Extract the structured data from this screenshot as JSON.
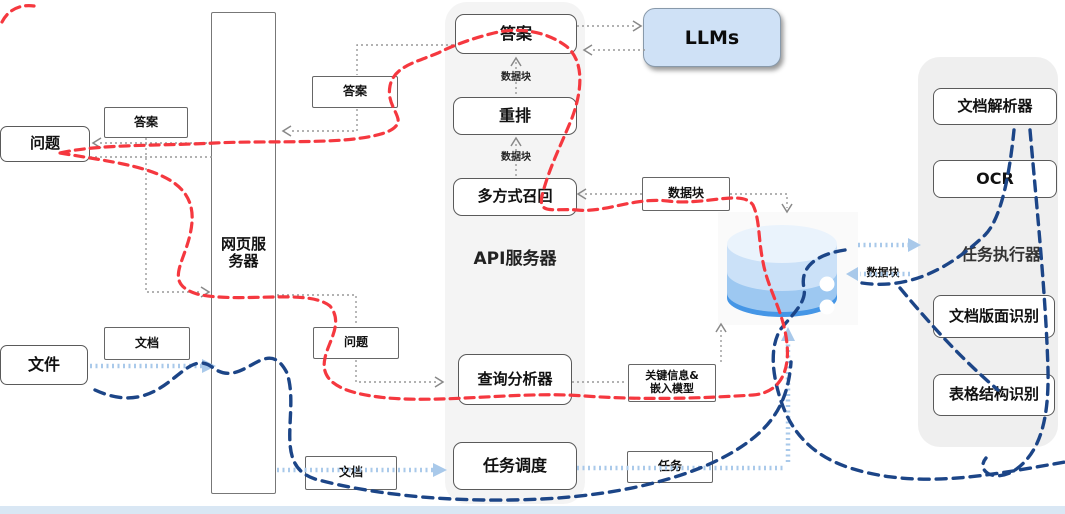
{
  "nodes": {
    "question_left": "问题",
    "answer_tag_top": "答案",
    "web_server": "网页服\n务器",
    "answer_tag_right": "答案",
    "file": "文件",
    "doc_tag_left": "文档",
    "question_tag_mid": "问题",
    "doc_tag_bottom": "文档",
    "api_server_label": "API服务器",
    "answer_api": "答案",
    "rerank": "重排",
    "multi_recall": "多方式召回",
    "query_analyzer": "查询分析器",
    "task_scheduler": "任务调度",
    "key_info_embed": "关键信息&\n嵌入模型",
    "task_tag": "任务",
    "chunk_tag_box": "数据块",
    "chunk_small_1": "数据块",
    "chunk_small_2": "数据块",
    "chunk_small_right": "数据块",
    "llms": "LLMs",
    "task_executor": "任务执行器",
    "doc_parser": "文档解析器",
    "ocr": "OCR",
    "doc_layout_recog": "文档版面识别",
    "table_struct_recog": "表格结构识别"
  },
  "colors": {
    "red_flow": "#f5383f",
    "navy_flow": "#1c4587",
    "lightblue_flow": "#a9c9ea",
    "gray_connector": "#999999",
    "llms_fill": "#cfe1f6",
    "api_panel_fill": "#f4f4f4",
    "right_panel_fill": "#efefef",
    "db_top": "#eaf3fc",
    "db_light": "#cbe1f8",
    "db_mid": "#9dc8f1",
    "db_dark": "#4596e6",
    "footer_bar": "#d9e7f4"
  }
}
